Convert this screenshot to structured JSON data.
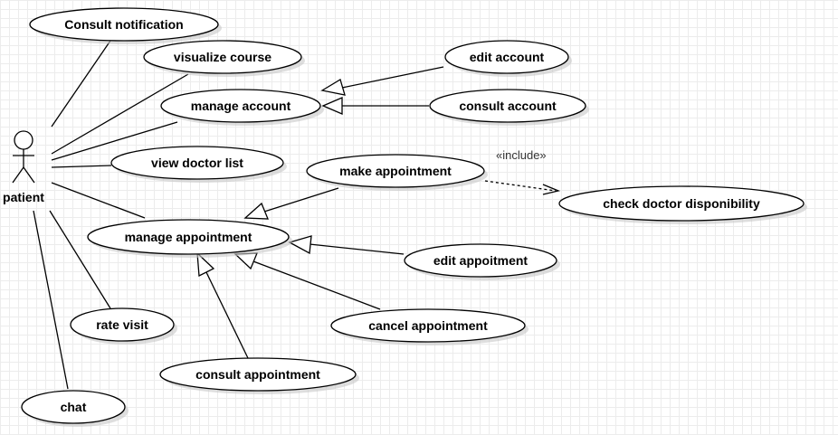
{
  "diagram": {
    "actor": {
      "name": "patient"
    },
    "use_cases": {
      "consult_notification": "Consult notification",
      "visualize_course": "visualize course",
      "manage_account": "manage account",
      "edit_account": "edit account",
      "consult_account": "consult account",
      "view_doctor_list": "view doctor list",
      "make_appointment": "make appointment",
      "check_doctor_disponibility": "check doctor disponibility",
      "manage_appointment": "manage appointment",
      "edit_appoitment": "edit appoitment",
      "cancel_appointment": "cancel appointment",
      "consult_appointment": "consult appointment",
      "rate_visit": "rate visit",
      "chat": "chat"
    },
    "relations": {
      "include_label": "«include»"
    }
  }
}
